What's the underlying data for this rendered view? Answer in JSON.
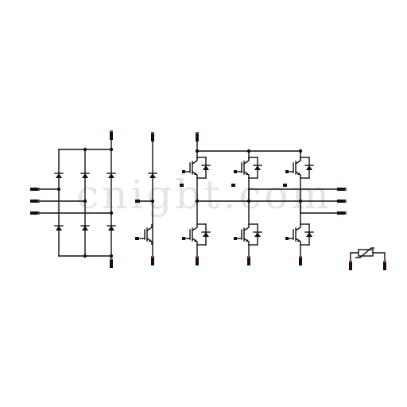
{
  "diagram": {
    "watermark": "cnigbt.com",
    "colors": {
      "line": "#111111",
      "pin": "#111111",
      "pin_accent": "#c0392b",
      "background": "#ffffff"
    },
    "symbols": {
      "rectifier_diodes": 6,
      "brake_chopper": {
        "igbt": 1,
        "diode": 1
      },
      "inverter_igbts": 6,
      "ntc_thermistor": 1
    }
  }
}
